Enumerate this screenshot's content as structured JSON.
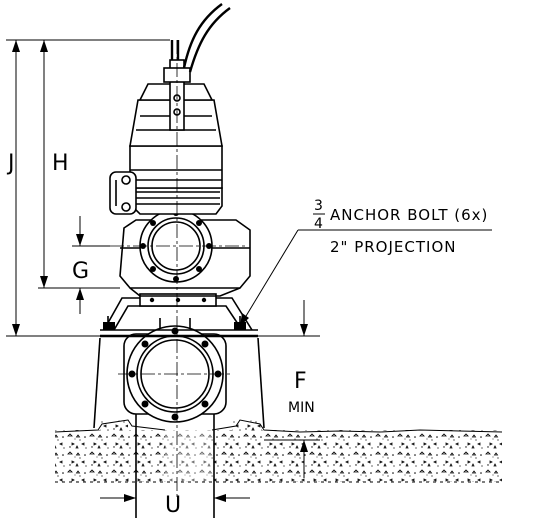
{
  "dimensions": {
    "J": "J",
    "H": "H",
    "G": "G",
    "F": "F",
    "F_qualifier": "MIN",
    "U": "U"
  },
  "callout": {
    "fraction_numerator": "3",
    "fraction_denominator": "4",
    "line1": "ANCHOR BOLT (6x)",
    "line2": "2\" PROJECTION"
  }
}
